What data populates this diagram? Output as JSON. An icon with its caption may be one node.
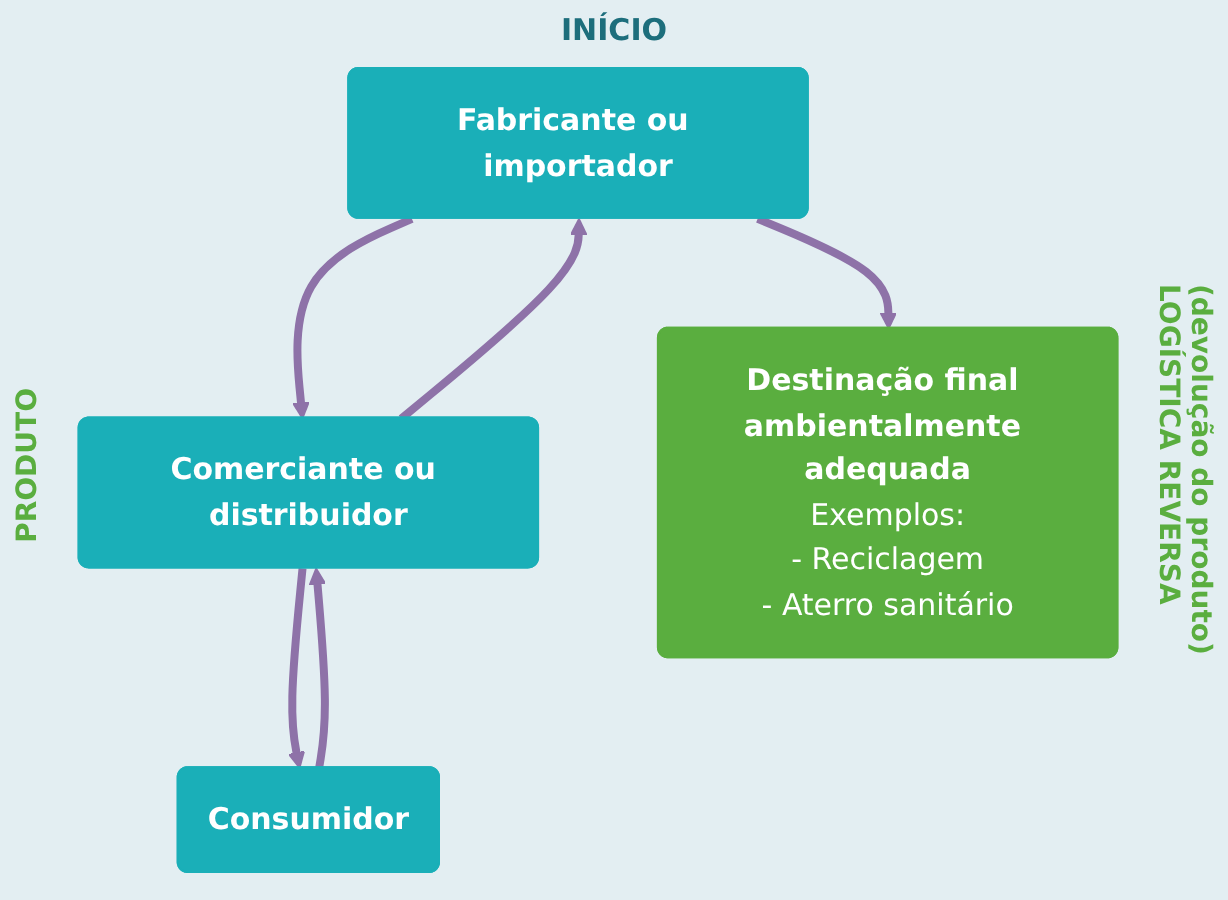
{
  "diagram": {
    "nodes": [
      {
        "text": [
          "Fabricante ou importador"
        ]
      },
      {
        "text": [
          "Comerciante ou distribuidor"
        ]
      },
      {
        "text": [
          "Consumidor"
        ]
      },
      {
        "text": [
          "Destinação final ambientalmente adequada",
          "Exemplos:",
          "- Reciclagem",
          "- Aterro sanitário"
        ]
      }
    ],
    "edges": [
      {
        "from": 0,
        "to": 1,
        "arrow": "to"
      },
      {
        "from": 1,
        "to": 2,
        "arrow": "to"
      },
      {
        "from": 2,
        "to": 1,
        "arrow": "to"
      },
      {
        "from": 1,
        "to": 0,
        "arrow": "to"
      },
      {
        "from": 0,
        "to": 3,
        "arrow": "to"
      }
    ],
    "labels": [
      "INÍCIO",
      "PRODUTO",
      "LOGÍSTICA REVERSA",
      "(devolução do produto)"
    ]
  }
}
